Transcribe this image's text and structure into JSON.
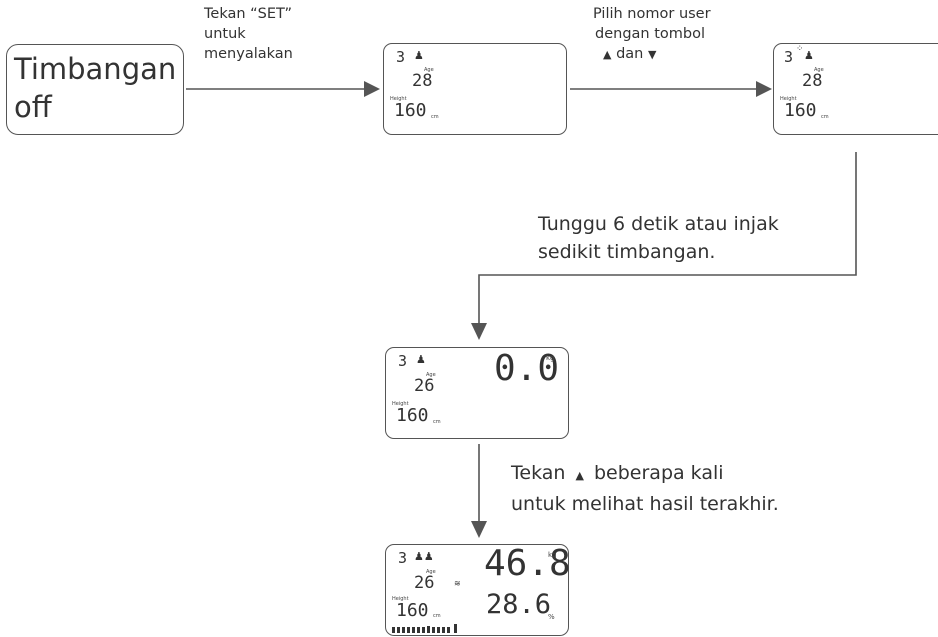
{
  "start_box": {
    "line1": "Timbangan",
    "line2": "off"
  },
  "step1_label": {
    "line1": "Tekan “SET”",
    "line2": "untuk",
    "line3": "menyalakan"
  },
  "step2_label": {
    "line1": "Pilih nomor user",
    "line2": "dengan tombol",
    "line3_a": "▲",
    "line3_b": "dan",
    "line3_c": "▼"
  },
  "step3_label": {
    "line1": "Tunggu 6 detik atau injak",
    "line2": "sedikit timbangan."
  },
  "step4_label": {
    "line1_a": "Tekan",
    "line1_icon": "▲",
    "line1_b": "beberapa kali",
    "line2": "untuk melihat hasil terakhir."
  },
  "displays": {
    "d1": {
      "user": "3",
      "age_label": "Age",
      "age": "28",
      "height_label": "Height",
      "height": "160",
      "unit": "cm"
    },
    "d2": {
      "user": "3",
      "age_label": "Age",
      "age": "28",
      "height_label": "Height",
      "height": "160",
      "unit": "cm"
    },
    "d3": {
      "user": "3",
      "age_label": "Age",
      "age": "26",
      "height_label": "Height",
      "height": "160",
      "unit": "cm",
      "weight": "0.0",
      "weight_unit": "kg"
    },
    "d4": {
      "user": "3",
      "age_label": "Age",
      "age": "26",
      "height_label": "Height",
      "height": "160",
      "unit": "cm",
      "weight": "46.8",
      "weight_unit": "kg",
      "fat": "28.6",
      "fat_unit": "%"
    }
  },
  "colors": {
    "line": "#555555",
    "text": "#333333"
  }
}
